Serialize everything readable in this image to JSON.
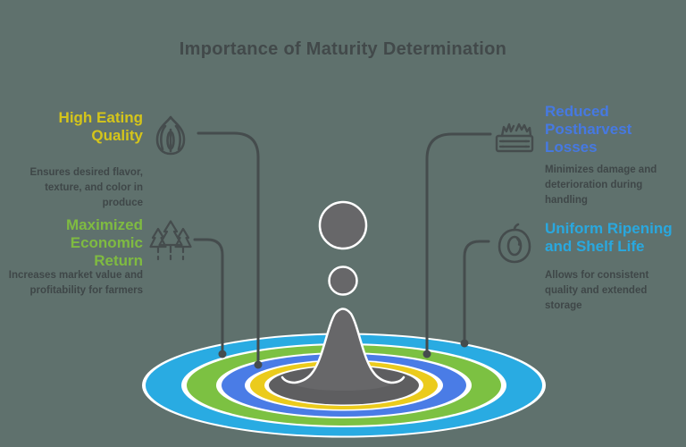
{
  "title": "Importance of Maturity Determination",
  "items": [
    {
      "id": "high-eating-quality",
      "heading": "High Eating Quality",
      "description": "Ensures desired flavor, texture, and color in produce",
      "accent": "#D5C51A",
      "icon": "onion-icon"
    },
    {
      "id": "maximized-economic-return",
      "heading": "Maximized Economic Return",
      "description": "Increases market value and profitability for farmers",
      "accent": "#7FBB41",
      "icon": "pine-trees-icon"
    },
    {
      "id": "reduced-postharvest-losses",
      "heading": "Reduced Postharvest Losses",
      "description": "Minimizes damage and deterioration during handling",
      "accent": "#4679E2",
      "icon": "produce-crate-icon"
    },
    {
      "id": "uniform-ripening-shelf-life",
      "heading": "Uniform Ripening and Shelf Life",
      "description": "Allows for consistent quality and extended storage",
      "accent": "#29A8DF",
      "icon": "peach-icon"
    }
  ],
  "colors": {
    "background": "#5F716D",
    "title_text": "#42494A",
    "body_text": "#3F4748",
    "line_and_icon": "#454C4D",
    "ripple_cyan": "#29ABE2",
    "ripple_green": "#7CC142",
    "ripple_blue": "#4A7CE6",
    "ripple_yellow": "#EBCB1C",
    "splash_gray": "#676769"
  }
}
